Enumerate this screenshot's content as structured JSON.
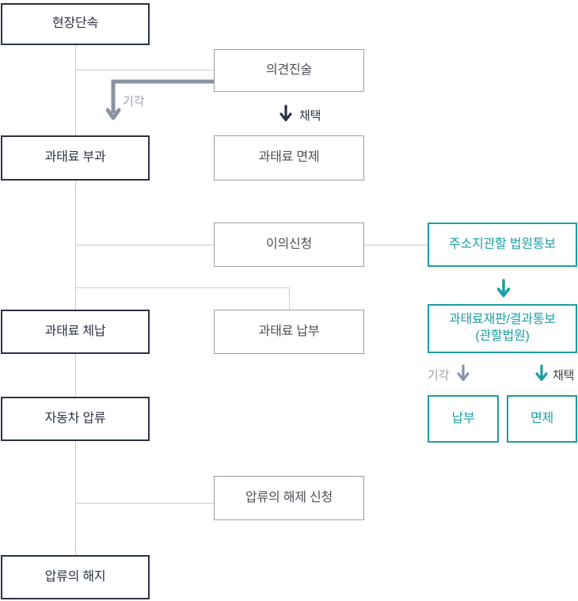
{
  "diagram": {
    "type": "flowchart",
    "nodes": {
      "site_enforcement": {
        "label": "현장단속",
        "style": "primary"
      },
      "opinion_statement": {
        "label": "의견진술",
        "style": "secondary"
      },
      "fine_imposition": {
        "label": "과태료 부과",
        "style": "primary"
      },
      "fine_exemption": {
        "label": "과태료 면제",
        "style": "secondary"
      },
      "objection": {
        "label": "이의신청",
        "style": "secondary"
      },
      "court_notification": {
        "label": "주소지관할 법원통보",
        "style": "accent"
      },
      "fine_delinquency": {
        "label": "과태료 체납",
        "style": "primary"
      },
      "fine_payment": {
        "label": "과태료 납부",
        "style": "secondary"
      },
      "fine_trial": {
        "line1": "과태료재판/결과통보",
        "line2": "(관할법원)",
        "style": "accent"
      },
      "vehicle_seizure": {
        "label": "자동차 압류",
        "style": "primary"
      },
      "payment": {
        "label": "납부",
        "style": "accent"
      },
      "exemption": {
        "label": "면제",
        "style": "accent"
      },
      "seizure_release_request": {
        "label": "압류의 해제 신청",
        "style": "secondary"
      },
      "seizure_release": {
        "label": "압류의 해지",
        "style": "primary"
      }
    },
    "edge_labels": {
      "rejected_top": "기각",
      "adopted_top": "채택",
      "rejected_bottom": "기각",
      "adopted_bottom": "채택"
    },
    "colors": {
      "navy": "#2b3245",
      "teal": "#1b9ea4",
      "gray_border": "#9aa0a8",
      "connector": "#c9ccd1",
      "thick_arrow_gray": "#8a93a3",
      "secondary_text": "#4c5056"
    }
  }
}
